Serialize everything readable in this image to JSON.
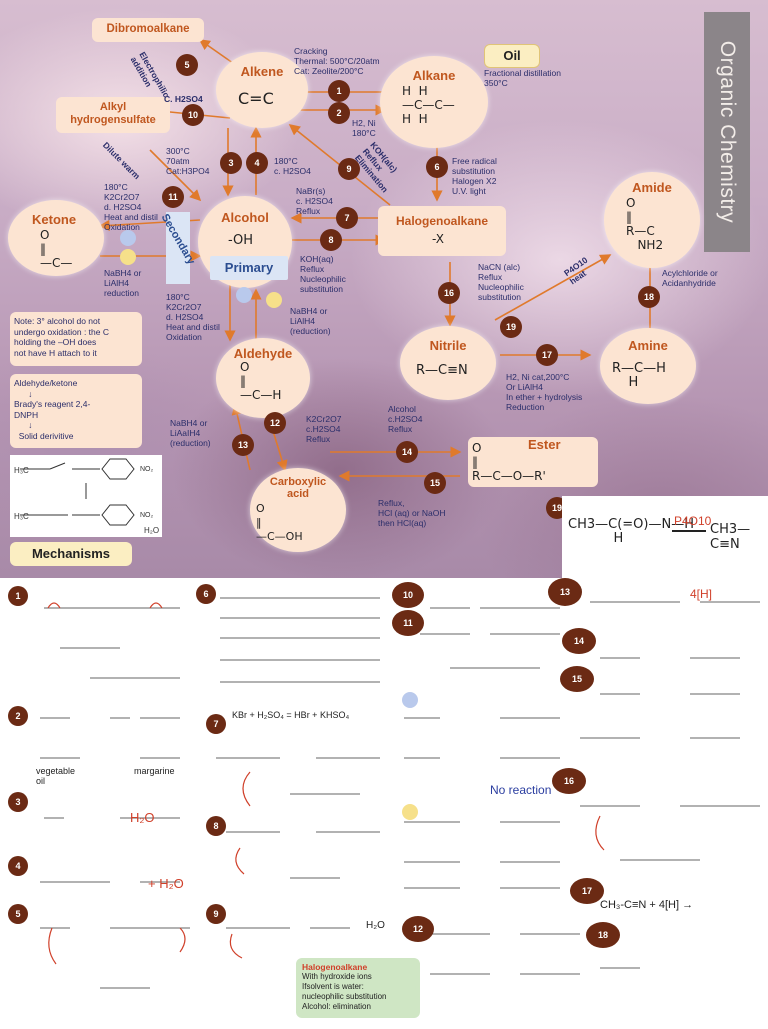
{
  "title": "Organic Chemistry",
  "nodes": {
    "dibromoalkane": "Dibromoalkane",
    "alkene": {
      "label": "Alkene",
      "formula": "C=C"
    },
    "alkane": {
      "label": "Alkane",
      "formula": "H  H\n—C—C—\nH  H"
    },
    "oil": "Oil",
    "alkyl": "Alkyl\nhydrogensulfate",
    "alcohol": {
      "label": "Alcohol",
      "formula": "-OH"
    },
    "primary": "Primary",
    "secondary": "Secondary",
    "ketone": {
      "label": "Ketone",
      "formula": "O\n‖\n—C—"
    },
    "halogenoalkane": {
      "label": "Halogenoalkane",
      "formula": "-X"
    },
    "amide": {
      "label": "Amide",
      "formula": "O\n‖\nR—C\n   NH2"
    },
    "nitrile": {
      "label": "Nitrile",
      "formula": "R—C≡N"
    },
    "amine": {
      "label": "Amine",
      "formula": "R—C—H\n    H"
    },
    "aldehyde": {
      "label": "Aldehyde",
      "formula": "O\n‖\n—C—H"
    },
    "ester": {
      "label": "Ester",
      "formula": "O\n‖\nR—C—O—R'"
    },
    "carboxylic": {
      "label": "Carboxylic\nacid",
      "formula": "O\n‖\n—C—OH"
    }
  },
  "conditions": {
    "cracking": "Cracking\nThermal: 500°C/20atm\nCat: Zeolite/200°C",
    "fractional": "Fractional distillation\n350°C",
    "hydrogenation": "H2, Ni\n180°C",
    "elec_add": "Electrophilic\naddition",
    "h2so4": "C. H2SO4",
    "dilute_warm": "Dilute warm",
    "hydration": "300°C\n70atm\nCat:H3PO4",
    "dehydration": "180°C\nc. H2SO4",
    "koh_alc": "KOH(alc)\nReflux\nElimination",
    "free_radical": "Free radical\nsubstitution\nHalogen X2\nU.V. light",
    "oxid_ketone": "180°C\nK2Cr2O7\nd. H2SO4\nHeat and distil\nOxidation",
    "nabr": "NaBr(s)\nc. H2SO4\nReflux",
    "koh_aq": "KOH(aq)\nReflux\nNucleophilic\nsubstitution",
    "nabh4_ketone": "NaBH4 or\nLiAlH4\nreduction",
    "oxid_ald": "180°C\nK2Cr2O7\nd. H2SO4\nHeat and distil\nOxidation",
    "nabh4_ald": "NaBH4 or\nLiAlH4\n(reduction)",
    "nacn": "NaCN (alc)\nReflux\nNucleophilic\nsubstitution",
    "p4o10": "P4O10\nheat",
    "acyl": "Acylchloride or\nAcidanhydride",
    "reduction_amine": "H2, Ni cat,200°C\nOr LiAlH4\nIn ether + hydrolysis\nReduction",
    "ald_acid": "K2Cr2O7\nc.H2SO4\nReflux",
    "nabh4_acid": "NaBH4 or\nLiAaIH4\n(reduction)",
    "esterification": "Alcohol\nc.H2SO4\nReflux",
    "hydrolysis": "Reflux,\nHCl (aq) or NaOH\nthen HCl(aq)"
  },
  "notes": {
    "tertiary": "Note: 3° alcohol do not\nundergo oxidation : the C\nholding the –OH does\nnot have H attach to it",
    "brady": "Aldehyde/ketone\n      ↓\nBrady's reagent 2,4-\nDNPH\n      ↓\n  Solid derivitive",
    "mechanisms": "Mechanisms",
    "halogen_box_title": "Halogenoalkane",
    "halogen_box_text": "With hydroxide ions\nIfsolvent is water:\nnucleophilic substitution\nAlcohol: elimination"
  },
  "numbers": [
    "1",
    "2",
    "3",
    "4",
    "5",
    "6",
    "7",
    "8",
    "9",
    "10",
    "11",
    "12",
    "13",
    "14",
    "15",
    "16",
    "17",
    "18",
    "19"
  ],
  "reaction19": {
    "left": "CH3—C(=O)—N—H\n           H",
    "reagent": "P4O10",
    "right": "CH3—C≡N"
  },
  "mech_text": {
    "m2a": "vegetable\noil",
    "m2b": "margarine",
    "m7": "KBr + H2SO4 = HBr + KHSO4",
    "noreaction": "No reaction",
    "m17": "CH3-C≡N + 4[H] →",
    "m13": "4[H]",
    "m3": "H2O",
    "m4": "+ H2O"
  },
  "dot_colors": {
    "blue": "#b9c9ec",
    "yellow": "#f6e08a"
  }
}
